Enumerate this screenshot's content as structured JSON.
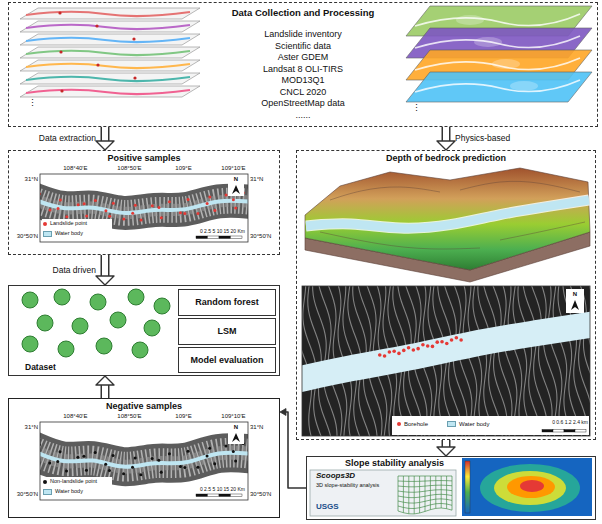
{
  "diagram": {
    "nodes": [
      {
        "text": [
          "Data Collection and Processing",
          "Landslide inventory",
          "Scientific data",
          "Aster GDEM",
          "Landsat 8 OLI-TIRS",
          "MOD13Q1",
          "CNCL 2020",
          "OpenStreetMap data",
          "......"
        ]
      },
      {
        "text": [
          "Positive samples"
        ]
      },
      {
        "text": [
          "Dataset"
        ]
      },
      {
        "text": [
          "Random forest"
        ],
        "in": 2
      },
      {
        "text": [
          "LSM"
        ],
        "in": 2
      },
      {
        "text": [
          "Model evaluation"
        ],
        "in": 2
      },
      {
        "text": [
          "Negative samples"
        ]
      },
      {
        "text": [
          "Depth of bedrock prediction"
        ]
      },
      {
        "text": [
          "Slope stability analysis"
        ]
      }
    ],
    "edges": [
      {
        "from": 0,
        "to": 1,
        "arrow": "to",
        "label": "Data extraction"
      },
      {
        "from": 0,
        "to": 7,
        "arrow": "to",
        "label": "Physics-based"
      },
      {
        "from": 1,
        "to": 2,
        "arrow": "to",
        "label": "Data driven"
      },
      {
        "from": 6,
        "to": 2,
        "arrow": "to"
      },
      {
        "from": 7,
        "to": 8,
        "arrow": "to"
      },
      {
        "from": 8,
        "to": 6,
        "arrow": "to"
      }
    ],
    "labels": [
      "⋮",
      "⋮",
      "108°40'E",
      "108°50'E",
      "109°E",
      "109°10'E",
      "31°N",
      "31°N",
      "30°50'N",
      "30°50'N",
      "N",
      "0 2.5 5 10 15 20 Km",
      "108°40'E",
      "108°50'E",
      "109°E",
      "109°10'E",
      "31°N",
      "31°N",
      "30°50'N",
      "30°50'N",
      "N",
      "0 2.5 5 10 15 20 Km",
      "N",
      "0 0.6 1.2 2.4 km",
      "Scoops3D",
      "3D slope-stability analysis",
      "USGS"
    ],
    "legend": [
      {
        "text": "Landslide point"
      },
      {
        "text": "Water body",
        "color": "#bfe6f2"
      },
      {
        "text": "Non-landslide point"
      },
      {
        "text": "Water body",
        "color": "#bfe6f2"
      },
      {
        "text": "Borehole"
      },
      {
        "text": "Water body",
        "color": "#bfe6f2"
      }
    ]
  }
}
